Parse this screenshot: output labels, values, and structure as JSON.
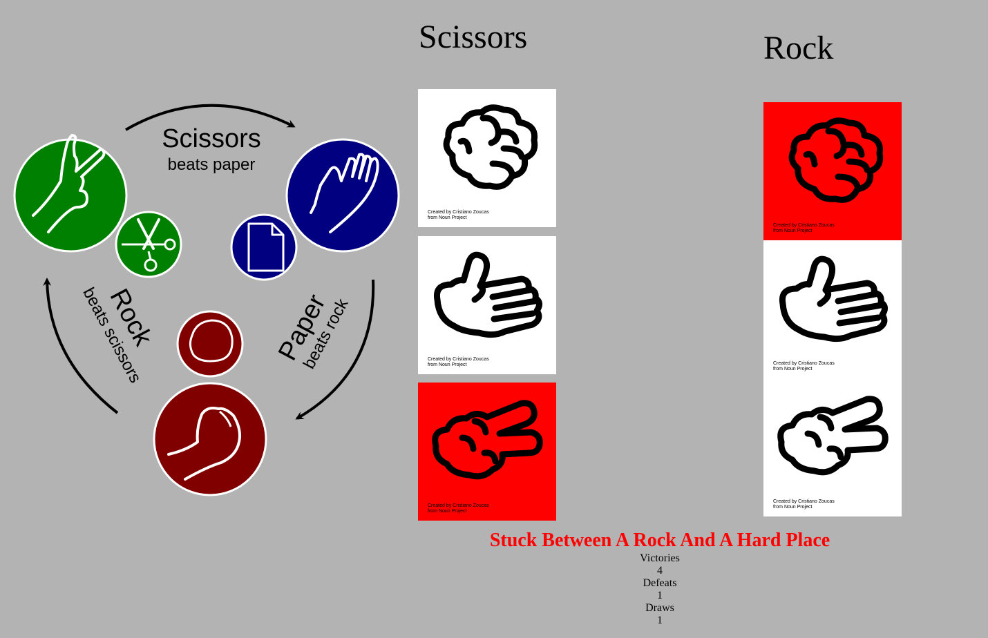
{
  "diagram": {
    "scissors_title": "Scissors",
    "scissors_sub": "beats paper",
    "rock_title": "Rock",
    "rock_sub": "beats scissors",
    "paper_title": "Paper",
    "paper_sub": "beats rock"
  },
  "player": {
    "title": "Scissors",
    "cards": [
      {
        "hand": "rock-fist",
        "credit_line1": "Created by Cristiano Zoucas",
        "credit_line2": "from Noun Project",
        "highlighted": false
      },
      {
        "hand": "paper-hand",
        "credit_line1": "Created by Cristiano Zoucas",
        "credit_line2": "from Noun Project",
        "highlighted": false
      },
      {
        "hand": "scissors-hand",
        "credit_line1": "Created by Cristiano Zoucas",
        "credit_line2": "from Noun Project",
        "highlighted": true
      }
    ]
  },
  "computer": {
    "title": "Rock",
    "cards": [
      {
        "hand": "rock-fist",
        "credit_line1": "Created by Cristiano Zoucas",
        "credit_line2": "from Noun Project",
        "highlighted": true
      },
      {
        "hand": "paper-hand",
        "credit_line1": "Created by Cristiano Zoucas",
        "credit_line2": "from Noun Project",
        "highlighted": false
      },
      {
        "hand": "scissors-hand",
        "credit_line1": "Created by Cristiano Zoucas",
        "credit_line2": "from Noun Project",
        "highlighted": false
      }
    ]
  },
  "result": {
    "message": "Stuck Between A Rock And A Hard Place",
    "victories_label": "Victories",
    "victories": "4",
    "defeats_label": "Defeats",
    "defeats": "1",
    "draws_label": "Draws",
    "draws": "1"
  },
  "colors": {
    "background": "#b3b3b3",
    "scissors_green": "#008000",
    "paper_blue": "#000080",
    "rock_maroon": "#800000",
    "highlight_red": "#ff0000"
  }
}
